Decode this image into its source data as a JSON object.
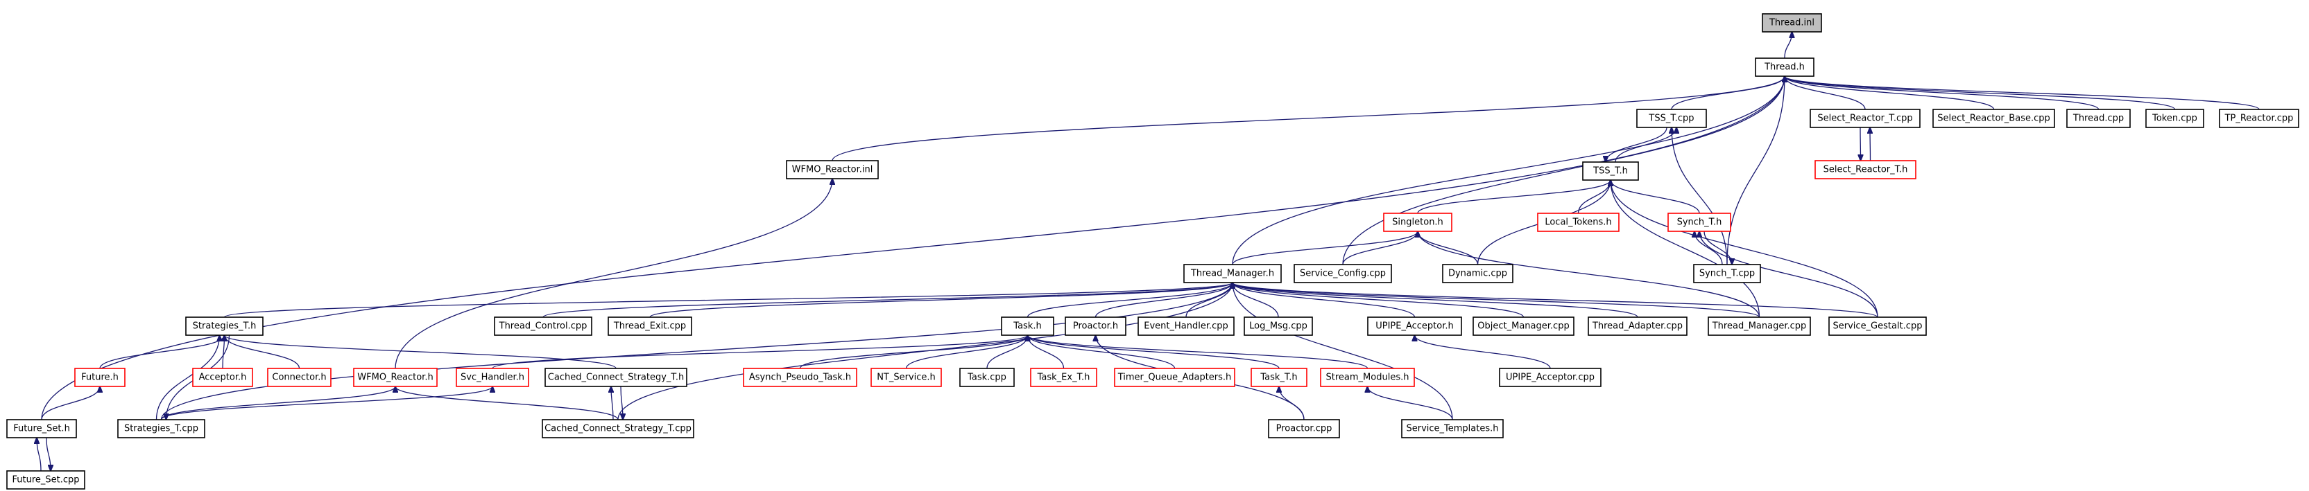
{
  "colors": {
    "edge": "#191970",
    "node_border_normal": "#000000",
    "node_border_undocumented": "#ff0000",
    "root_fill": "#bfbfbf",
    "text": "#000000"
  },
  "nodes": [
    {
      "id": "thread_inl",
      "label": "Thread.inl",
      "style": "root"
    },
    {
      "id": "thread_h",
      "label": "Thread.h",
      "style": "normal"
    },
    {
      "id": "tss_t_cpp",
      "label": "TSS_T.cpp",
      "style": "normal"
    },
    {
      "id": "select_reactor_t_cpp",
      "label": "Select_Reactor_T.cpp",
      "style": "normal"
    },
    {
      "id": "select_reactor_base_cpp",
      "label": "Select_Reactor_Base.cpp",
      "style": "normal"
    },
    {
      "id": "thread_cpp",
      "label": "Thread.cpp",
      "style": "normal"
    },
    {
      "id": "token_cpp",
      "label": "Token.cpp",
      "style": "normal"
    },
    {
      "id": "tp_reactor_cpp",
      "label": "TP_Reactor.cpp",
      "style": "normal"
    },
    {
      "id": "select_reactor_t_h",
      "label": "Select_Reactor_T.h",
      "style": "red"
    },
    {
      "id": "wfmo_reactor_inl",
      "label": "WFMO_Reactor.inl",
      "style": "normal"
    },
    {
      "id": "tss_t_h",
      "label": "TSS_T.h",
      "style": "normal"
    },
    {
      "id": "singleton_h",
      "label": "Singleton.h",
      "style": "red"
    },
    {
      "id": "local_tokens_h",
      "label": "Local_Tokens.h",
      "style": "red"
    },
    {
      "id": "synch_t_h",
      "label": "Synch_T.h",
      "style": "red"
    },
    {
      "id": "thread_manager_h",
      "label": "Thread_Manager.h",
      "style": "normal"
    },
    {
      "id": "service_config_cpp",
      "label": "Service_Config.cpp",
      "style": "normal"
    },
    {
      "id": "dynamic_cpp",
      "label": "Dynamic.cpp",
      "style": "normal"
    },
    {
      "id": "synch_t_cpp",
      "label": "Synch_T.cpp",
      "style": "normal"
    },
    {
      "id": "strategies_t_h",
      "label": "Strategies_T.h",
      "style": "normal"
    },
    {
      "id": "thread_control_cpp",
      "label": "Thread_Control.cpp",
      "style": "normal"
    },
    {
      "id": "thread_exit_cpp",
      "label": "Thread_Exit.cpp",
      "style": "normal"
    },
    {
      "id": "task_h",
      "label": "Task.h",
      "style": "normal"
    },
    {
      "id": "proactor_h",
      "label": "Proactor.h",
      "style": "normal"
    },
    {
      "id": "event_handler_cpp",
      "label": "Event_Handler.cpp",
      "style": "normal"
    },
    {
      "id": "log_msg_cpp",
      "label": "Log_Msg.cpp",
      "style": "normal"
    },
    {
      "id": "upipe_acceptor_h",
      "label": "UPIPE_Acceptor.h",
      "style": "normal"
    },
    {
      "id": "object_manager_cpp",
      "label": "Object_Manager.cpp",
      "style": "normal"
    },
    {
      "id": "thread_adapter_cpp",
      "label": "Thread_Adapter.cpp",
      "style": "normal"
    },
    {
      "id": "thread_manager_cpp",
      "label": "Thread_Manager.cpp",
      "style": "normal"
    },
    {
      "id": "service_gestalt_cpp",
      "label": "Service_Gestalt.cpp",
      "style": "normal"
    },
    {
      "id": "future_h",
      "label": "Future.h",
      "style": "red"
    },
    {
      "id": "acceptor_h",
      "label": "Acceptor.h",
      "style": "red"
    },
    {
      "id": "connector_h",
      "label": "Connector.h",
      "style": "red"
    },
    {
      "id": "wfmo_reactor_h",
      "label": "WFMO_Reactor.h",
      "style": "red"
    },
    {
      "id": "svc_handler_h",
      "label": "Svc_Handler.h",
      "style": "red"
    },
    {
      "id": "cached_connect_strategy_t_h",
      "label": "Cached_Connect_Strategy_T.h",
      "style": "normal"
    },
    {
      "id": "asynch_pseudo_task_h",
      "label": "Asynch_Pseudo_Task.h",
      "style": "red"
    },
    {
      "id": "nt_service_h",
      "label": "NT_Service.h",
      "style": "red"
    },
    {
      "id": "task_cpp",
      "label": "Task.cpp",
      "style": "normal"
    },
    {
      "id": "task_ex_t_h",
      "label": "Task_Ex_T.h",
      "style": "red"
    },
    {
      "id": "timer_queue_adapters_h",
      "label": "Timer_Queue_Adapters.h",
      "style": "red"
    },
    {
      "id": "task_t_h",
      "label": "Task_T.h",
      "style": "red"
    },
    {
      "id": "stream_modules_h",
      "label": "Stream_Modules.h",
      "style": "red"
    },
    {
      "id": "upipe_acceptor_cpp",
      "label": "UPIPE_Acceptor.cpp",
      "style": "normal"
    },
    {
      "id": "future_set_h",
      "label": "Future_Set.h",
      "style": "normal"
    },
    {
      "id": "strategies_t_cpp",
      "label": "Strategies_T.cpp",
      "style": "normal"
    },
    {
      "id": "cached_connect_strategy_t_cpp",
      "label": "Cached_Connect_Strategy_T.cpp",
      "style": "normal"
    },
    {
      "id": "proactor_cpp",
      "label": "Proactor.cpp",
      "style": "normal"
    },
    {
      "id": "service_templates_h",
      "label": "Service_Templates.h",
      "style": "normal"
    },
    {
      "id": "future_set_cpp",
      "label": "Future_Set.cpp",
      "style": "normal"
    }
  ],
  "edges": [
    [
      "thread_h",
      "thread_inl"
    ],
    [
      "tss_t_cpp",
      "thread_h"
    ],
    [
      "select_reactor_t_cpp",
      "thread_h"
    ],
    [
      "select_reactor_base_cpp",
      "thread_h"
    ],
    [
      "thread_cpp",
      "thread_h"
    ],
    [
      "token_cpp",
      "thread_h"
    ],
    [
      "tp_reactor_cpp",
      "thread_h"
    ],
    [
      "wfmo_reactor_inl",
      "thread_h"
    ],
    [
      "thread_manager_h",
      "thread_h"
    ],
    [
      "service_config_cpp",
      "thread_h"
    ],
    [
      "synch_t_cpp",
      "thread_h"
    ],
    [
      "future_set_h",
      "thread_h"
    ],
    [
      "select_reactor_t_h",
      "select_reactor_t_cpp"
    ],
    [
      "select_reactor_t_cpp",
      "select_reactor_t_h"
    ],
    [
      "tss_t_h",
      "tss_t_cpp"
    ],
    [
      "tss_t_cpp",
      "tss_t_h"
    ],
    [
      "synch_t_cpp",
      "tss_t_cpp"
    ],
    [
      "wfmo_reactor_h",
      "wfmo_reactor_inl"
    ],
    [
      "singleton_h",
      "tss_t_h"
    ],
    [
      "local_tokens_h",
      "tss_t_h"
    ],
    [
      "synch_t_h",
      "tss_t_h"
    ],
    [
      "dynamic_cpp",
      "tss_t_h"
    ],
    [
      "thread_manager_cpp",
      "tss_t_h"
    ],
    [
      "service_gestalt_cpp",
      "tss_t_h"
    ],
    [
      "thread_manager_h",
      "singleton_h"
    ],
    [
      "service_config_cpp",
      "singleton_h"
    ],
    [
      "dynamic_cpp",
      "singleton_h"
    ],
    [
      "thread_manager_cpp",
      "singleton_h"
    ],
    [
      "synch_t_cpp",
      "synch_t_h"
    ],
    [
      "synch_t_h",
      "synch_t_cpp"
    ],
    [
      "service_gestalt_cpp",
      "synch_t_h"
    ],
    [
      "strategies_t_h",
      "thread_manager_h"
    ],
    [
      "thread_control_cpp",
      "thread_manager_h"
    ],
    [
      "thread_exit_cpp",
      "thread_manager_h"
    ],
    [
      "task_h",
      "thread_manager_h"
    ],
    [
      "proactor_h",
      "thread_manager_h"
    ],
    [
      "event_handler_cpp",
      "thread_manager_h"
    ],
    [
      "log_msg_cpp",
      "thread_manager_h"
    ],
    [
      "upipe_acceptor_h",
      "thread_manager_h"
    ],
    [
      "object_manager_cpp",
      "thread_manager_h"
    ],
    [
      "thread_adapter_cpp",
      "thread_manager_h"
    ],
    [
      "thread_manager_cpp",
      "thread_manager_h"
    ],
    [
      "service_gestalt_cpp",
      "thread_manager_h"
    ],
    [
      "strategies_t_cpp",
      "thread_manager_h"
    ],
    [
      "cached_connect_strategy_t_cpp",
      "thread_manager_h"
    ],
    [
      "service_templates_h",
      "thread_manager_h"
    ],
    [
      "future_h",
      "strategies_t_h"
    ],
    [
      "acceptor_h",
      "strategies_t_h"
    ],
    [
      "connector_h",
      "strategies_t_h"
    ],
    [
      "cached_connect_strategy_t_h",
      "strategies_t_h"
    ],
    [
      "strategies_t_cpp",
      "strategies_t_h"
    ],
    [
      "strategies_t_h",
      "strategies_t_cpp"
    ],
    [
      "svc_handler_h",
      "task_h"
    ],
    [
      "asynch_pseudo_task_h",
      "task_h"
    ],
    [
      "nt_service_h",
      "task_h"
    ],
    [
      "task_cpp",
      "task_h"
    ],
    [
      "task_ex_t_h",
      "task_h"
    ],
    [
      "timer_queue_adapters_h",
      "task_h"
    ],
    [
      "task_t_h",
      "task_h"
    ],
    [
      "stream_modules_h",
      "task_h"
    ],
    [
      "proactor_cpp",
      "proactor_h"
    ],
    [
      "upipe_acceptor_cpp",
      "upipe_acceptor_h"
    ],
    [
      "future_set_h",
      "future_h"
    ],
    [
      "strategies_t_cpp",
      "wfmo_reactor_h"
    ],
    [
      "cached_connect_strategy_t_cpp",
      "wfmo_reactor_h"
    ],
    [
      "strategies_t_cpp",
      "svc_handler_h"
    ],
    [
      "cached_connect_strategy_t_cpp",
      "cached_connect_strategy_t_h"
    ],
    [
      "cached_connect_strategy_t_h",
      "cached_connect_strategy_t_cpp"
    ],
    [
      "proactor_cpp",
      "task_t_h"
    ],
    [
      "service_templates_h",
      "stream_modules_h"
    ],
    [
      "future_set_cpp",
      "future_set_h"
    ],
    [
      "future_set_h",
      "future_set_cpp"
    ]
  ]
}
